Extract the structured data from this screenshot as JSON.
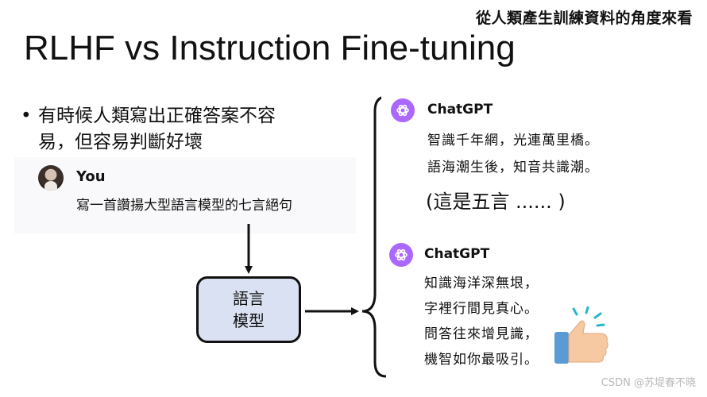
{
  "corner_note": "從人類產生訓練資料的角度來看",
  "title": "RLHF vs Instruction Fine-tuning",
  "bullet": {
    "line1": "有時候人類寫出正確答案不容",
    "line2": "易，但容易判斷好壞"
  },
  "user": {
    "name": "You",
    "message": "寫一首讚揚大型語言模型的七言絕句"
  },
  "model_box": {
    "line1": "語言",
    "line2": "模型"
  },
  "responses": [
    {
      "name": "ChatGPT",
      "lines": [
        "智識千年網，光連萬里橋。",
        "語海潮生後，知音共識潮。"
      ],
      "note": "(這是五言 ...... )"
    },
    {
      "name": "ChatGPT",
      "lines": [
        "知識海洋深無垠，",
        "字裡行間見真心。",
        "問答往來增見識，",
        "機智如你最吸引。"
      ]
    }
  ],
  "icons": {
    "bullet": "bullet-dot",
    "user_avatar": "user-avatar-photo",
    "response_logo": "chatgpt-logo-icon",
    "approval": "thumbs-up-icon"
  },
  "colors": {
    "model_box_fill": "#d9e1f2",
    "chatgpt_logo": "#ab68ff",
    "thumb_blue": "#5b9bd5",
    "thumb_skin": "#f6c9a2"
  },
  "watermark": "CSDN @苏堤春不晓"
}
